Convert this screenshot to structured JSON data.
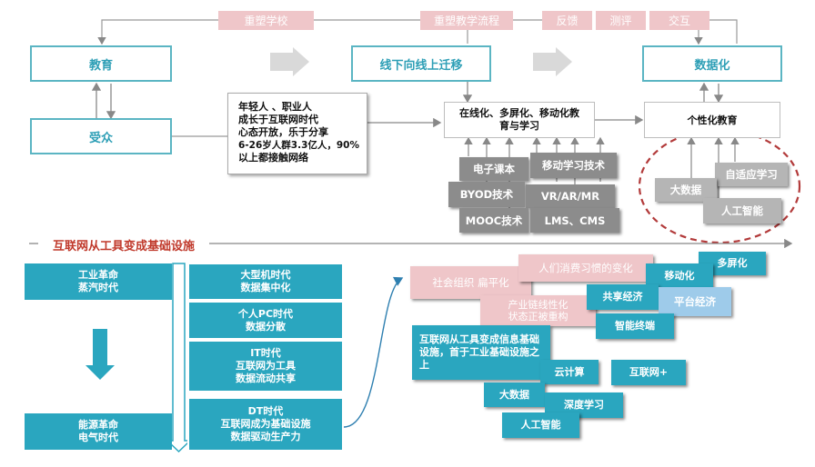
{
  "top_tags": [
    "重塑学校",
    "重塑教学流程",
    "反馈",
    "测评",
    "交互"
  ],
  "boxes": {
    "education": "教育",
    "audience": "受众",
    "online_migration": "线下向线上迁移",
    "digitization": "数据化",
    "online_multi": "在线化、多屏化、移动化教育与学习",
    "personalized": "个性化教育"
  },
  "audience_text": [
    "年轻人 、职业人",
    "成长于互联网时代",
    "心态开放，乐于分享",
    "6-26岁人群3.3亿人，90%",
    "以上都接触网络"
  ],
  "tech_tags": {
    "ebook": "电子课本",
    "mobile_learning": "移动学习技术",
    "byod": "BYOD技术",
    "vr": "VR/AR/MR",
    "mooc": "MOOC技术",
    "lms": "LMS、CMS"
  },
  "personal_tags": {
    "adaptive": "自适应学习",
    "bigdata": "大数据",
    "ai": "人工智能"
  },
  "axis_label": "互联网从工具变成基础设施",
  "left_col": {
    "industrial": "工业革命\n蒸汽时代",
    "energy": "能源革命\n电气时代"
  },
  "eras": [
    "大型机时代\n数据集中化",
    "个人PC时代\n数据分散",
    "IT时代\n互联网为工具\n数据流动共享",
    "DT时代\n互联网成为基础设施\n数据驱动生产力"
  ],
  "cloud": {
    "social_org": "社会组织 扁平化",
    "consumption": "人们消费习惯的变化",
    "mobile": "移动化",
    "multiscreen": "多屏化",
    "industry_chain": "产业链线性化\n状态正被重构",
    "sharing": "共享经济",
    "platform": "平台经济",
    "terminal": "智能终端",
    "internet_info": "互联网从工具变成信息基础设施，首于工业基础设施之上",
    "cloud_computing": "云计算",
    "internet_plus": "互联网+",
    "bigdata": "大数据",
    "deep_learning": "深度学习",
    "ai": "人工智能"
  },
  "colors": {
    "teal": "#2aa6bf",
    "pink": "#efc6c9",
    "gray": "#8c8c8c",
    "red_dashed": "#b23a3a",
    "axis_label": "#c0392b"
  }
}
